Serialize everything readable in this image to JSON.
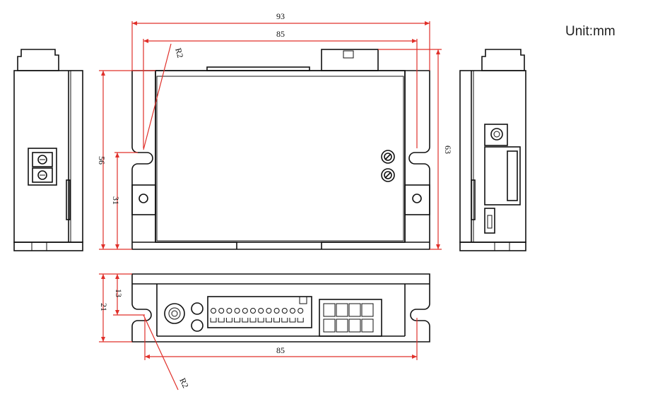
{
  "unit_label": "Unit:mm",
  "dimensions": {
    "overall_width": "93",
    "hole_spacing_top": "85",
    "hole_spacing_bottom": "85",
    "overall_height": "63",
    "body_height": "56",
    "hole_height": "31",
    "radius_top": "R2",
    "radius_bottom": "R2",
    "bottom_depth_outer": "21",
    "bottom_depth_inner": "13"
  },
  "colors": {
    "outline": "#111111",
    "dimension_line": "#e0302a",
    "background": "#ffffff"
  }
}
